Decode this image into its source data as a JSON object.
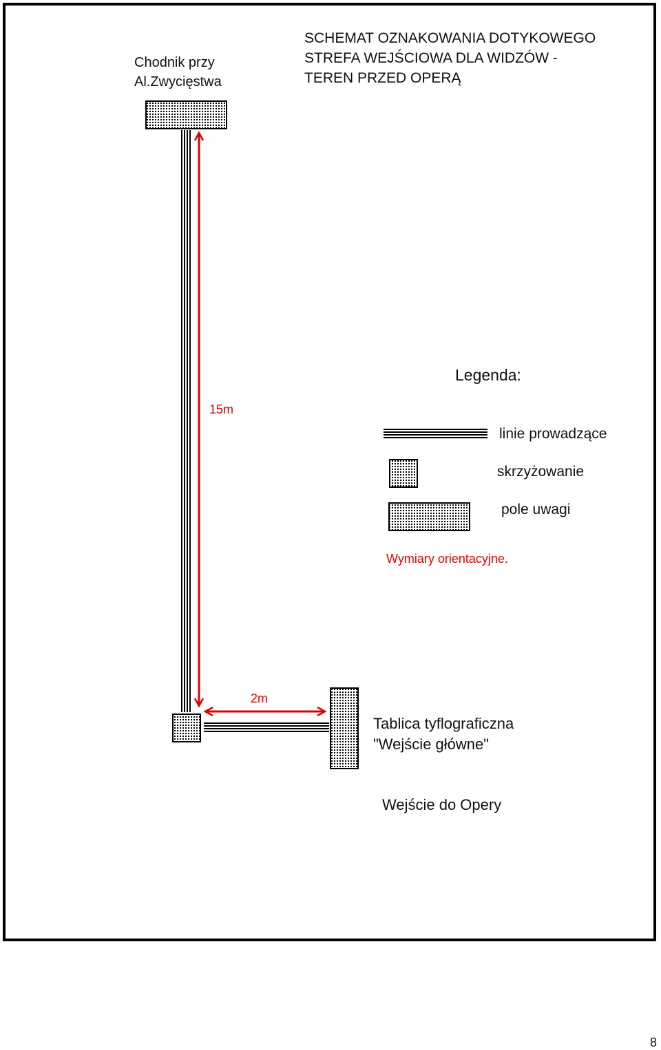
{
  "title": "SCHEMAT OZNAKOWANIA DOTYKOWEGO\nSTREFA WEJŚCIOWA DLA WIDZÓW -\nTEREN PRZED OPERĄ",
  "start_label": "Chodnik przy\nAl.Zwycięstwa",
  "legend": {
    "title": "Legenda:",
    "items": [
      {
        "label": "linie prowadzące",
        "icon": "guiding-lines"
      },
      {
        "label": "skrzyżowanie",
        "icon": "crossing-tile"
      },
      {
        "label": "pole uwagi",
        "icon": "warning-field"
      }
    ]
  },
  "dimensions": {
    "vertical": "15m",
    "horizontal": "2m",
    "note": "Wymiary orientacyjne."
  },
  "board_label": "Tablica tyflograficzna\n\"Wejście główne\"",
  "entrance_label": "Wejście do Opery",
  "page_number": "8",
  "colors": {
    "dimension": "#e00000",
    "line": "#000000"
  }
}
